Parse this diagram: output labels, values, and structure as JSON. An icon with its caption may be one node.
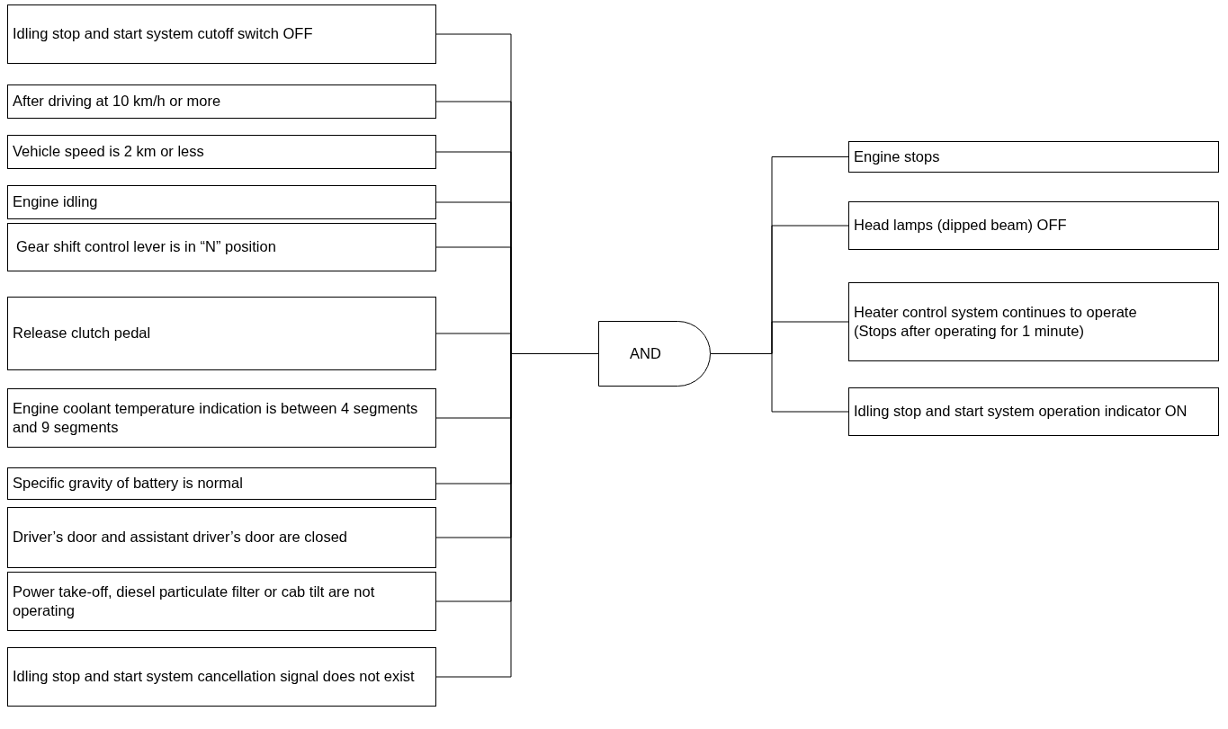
{
  "diagram": {
    "nodes": [
      {
        "text": [
          "Idling stop and start system cutoff switch OFF"
        ]
      },
      {
        "text": [
          "After driving at 10 km/h or more"
        ]
      },
      {
        "text": [
          "Vehicle speed is 2 km or less"
        ]
      },
      {
        "text": [
          "Engine idling"
        ]
      },
      {
        "text": [
          "Gear shift control lever is in “N” position"
        ]
      },
      {
        "text": [
          "Release clutch pedal"
        ]
      },
      {
        "text": [
          "Engine coolant temperature indication is between 4 segments and 9 segments"
        ]
      },
      {
        "text": [
          "Specific gravity of battery is normal"
        ]
      },
      {
        "text": [
          "Driver’s door and assistant driver’s door are closed"
        ]
      },
      {
        "text": [
          "Power take-off, diesel particulate filter or cab tilt are not operating"
        ]
      },
      {
        "text": [
          "Idling stop and start system cancellation signal does not exist"
        ]
      },
      {
        "text": [
          "AND"
        ]
      },
      {
        "text": [
          "Engine stops"
        ]
      },
      {
        "text": [
          "Head lamps (dipped beam) OFF"
        ]
      },
      {
        "text": [
          "Heater control system continues to operate",
          "(Stops after operating for 1 minute)"
        ]
      },
      {
        "text": [
          "Idling stop and start system operation indicator ON"
        ]
      }
    ],
    "edges": [
      {
        "from": 0,
        "to": 11,
        "arrow": "none"
      },
      {
        "from": 1,
        "to": 11,
        "arrow": "none"
      },
      {
        "from": 2,
        "to": 11,
        "arrow": "none"
      },
      {
        "from": 3,
        "to": 11,
        "arrow": "none"
      },
      {
        "from": 4,
        "to": 11,
        "arrow": "none"
      },
      {
        "from": 5,
        "to": 11,
        "arrow": "none"
      },
      {
        "from": 6,
        "to": 11,
        "arrow": "none"
      },
      {
        "from": 7,
        "to": 11,
        "arrow": "none"
      },
      {
        "from": 8,
        "to": 11,
        "arrow": "none"
      },
      {
        "from": 9,
        "to": 11,
        "arrow": "none"
      },
      {
        "from": 10,
        "to": 11,
        "arrow": "none"
      },
      {
        "from": 11,
        "to": 12,
        "arrow": "none"
      },
      {
        "from": 11,
        "to": 13,
        "arrow": "none"
      },
      {
        "from": 11,
        "to": 14,
        "arrow": "none"
      },
      {
        "from": 11,
        "to": 15,
        "arrow": "none"
      }
    ]
  }
}
